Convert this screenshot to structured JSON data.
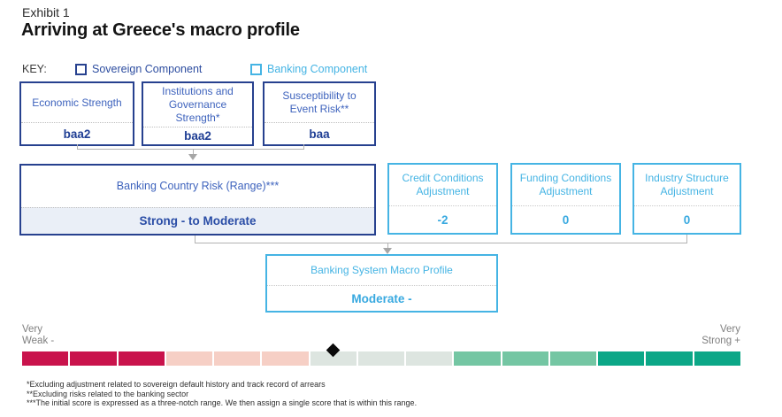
{
  "exhibit": {
    "label": "Exhibit 1",
    "title": "Arriving at Greece's macro profile"
  },
  "key": {
    "label": "KEY:",
    "sovereign": {
      "label": "Sovereign Component",
      "color": "#27418f"
    },
    "banking": {
      "label": "Banking Component",
      "color": "#45b4e4"
    }
  },
  "sovereign_boxes": [
    {
      "title": "Economic Strength",
      "value": "baa2"
    },
    {
      "title": "Institutions and Governance Strength*",
      "value": "baa2"
    },
    {
      "title": "Susceptibility to Event Risk**",
      "value": "baa"
    }
  ],
  "country_risk_box": {
    "title": "Banking Country Risk (Range)***",
    "value": "Strong - to Moderate"
  },
  "adjustment_boxes": [
    {
      "title": "Credit Conditions Adjustment",
      "value": "-2"
    },
    {
      "title": "Funding Conditions Adjustment",
      "value": "0"
    },
    {
      "title": "Industry Structure Adjustment",
      "value": "0"
    }
  ],
  "macro_profile_box": {
    "title": "Banking System Macro Profile",
    "value": "Moderate -"
  },
  "scale": {
    "left_label_lines": [
      "Very",
      "Weak -"
    ],
    "right_label_lines": [
      "Very",
      "Strong +"
    ],
    "segments": [
      "#c9134c",
      "#c9134c",
      "#c9134c",
      "#f6cfc5",
      "#f6cfc5",
      "#f6cfc5",
      "#dde5e0",
      "#dde5e0",
      "#dde5e0",
      "#74c6a3",
      "#74c6a3",
      "#74c6a3",
      "#0ca787",
      "#0ca787",
      "#0ca787"
    ],
    "marker": {
      "segment_index": 7,
      "value": "Moderate -",
      "color": "#0a0a0a"
    }
  },
  "footnotes": [
    "*Excluding adjustment related to sovereign default history and track record of arrears",
    "**Excluding risks related to the banking sector",
    "***The initial score is expressed as a three-notch range. We then assign a single score that is within this range."
  ]
}
